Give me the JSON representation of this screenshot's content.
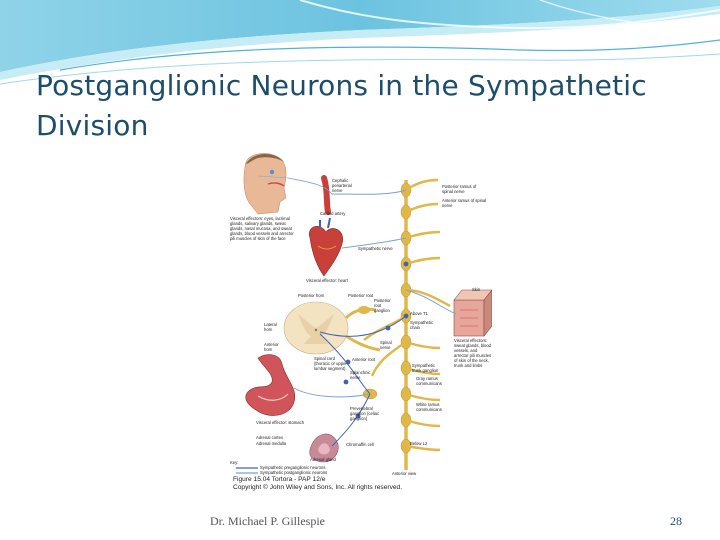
{
  "slide": {
    "title_line1": "Postganglionic Neurons in the Sympathetic",
    "title_line2": "Division",
    "footer": "Dr. Michael P. Gillespie",
    "page_number": "28"
  },
  "figure": {
    "labels": {
      "cephalic": "Cephalic periarterial nerve",
      "carotid": "Carotid artery",
      "face_effectors": "Visceral effectors: eyes, lacrimal glands, salivary glands, sweat glands, nasal mucosa, and sweat glands, blood vessels and arrector pili muscles of skin of the face",
      "post_ramus": "Posterior ramus of spinal nerve",
      "ant_ramus": "Anterior ramus of spinal nerve",
      "sympathetic_nerve": "Sympathetic nerve",
      "heart": "Visceral effector: heart",
      "posterior_horn": "Posterior horn",
      "posterior_root": "Posterior root",
      "posterior_root_ganglion": "Posterior root ganglion",
      "skin": "Skin",
      "above_t1": "Above T1",
      "sympathetic_chain": "Sympathetic chain",
      "lateral_horn": "Lateral horn",
      "anterior_horn": "Anterior horn",
      "spinal_nerve": "Spinal nerve",
      "skin_effectors": "Visceral effectors: sweat glands, blood vessels, and arrector pili muscles of skin of the neck, trunk and limbs",
      "spinal_cord": "Spinal cord (thoracic or upper lumbar segment)",
      "anterior_root": "Anterior root",
      "splanchnic": "Splanchnic nerve",
      "trunk_ganglion": "Sympathetic trunk ganglion",
      "gray_ramus": "Gray ramus communicans",
      "white_ramus": "White ramus communicans",
      "prevertebral": "Prevertebral ganglion (celiac ganglion)",
      "stomach": "Visceral effector: stomach",
      "adrenal_cortex": "Adrenal cortex",
      "adrenal_medulla": "Adrenal medulla",
      "chromaffin": "Chromaffin cell",
      "below_l2": "Below L2",
      "adrenal_gland": "Adrenal gland",
      "anterior_view": "Anterior view",
      "key": "Key:",
      "key_pre": "Sympathetic preganglionic neurons",
      "key_post": "Sympathetic postganglionic neurons"
    },
    "caption_line1": "Figure 15.04  Tortora - PAP 12/e",
    "caption_line2": "Copyright © John Wiley and Sons, Inc. All rights reserved.",
    "colors": {
      "nerve": "#e0b84a",
      "cord": "#f4e3c0",
      "preganglionic": "#3f63b3",
      "postganglionic": "#78a3d6",
      "organ": "#c8403a"
    },
    "icons": [
      "head-illustration",
      "heart-illustration",
      "spinal-cord-cross-section",
      "skin-block-illustration",
      "stomach-illustration",
      "adrenal-gland-illustration"
    ]
  }
}
